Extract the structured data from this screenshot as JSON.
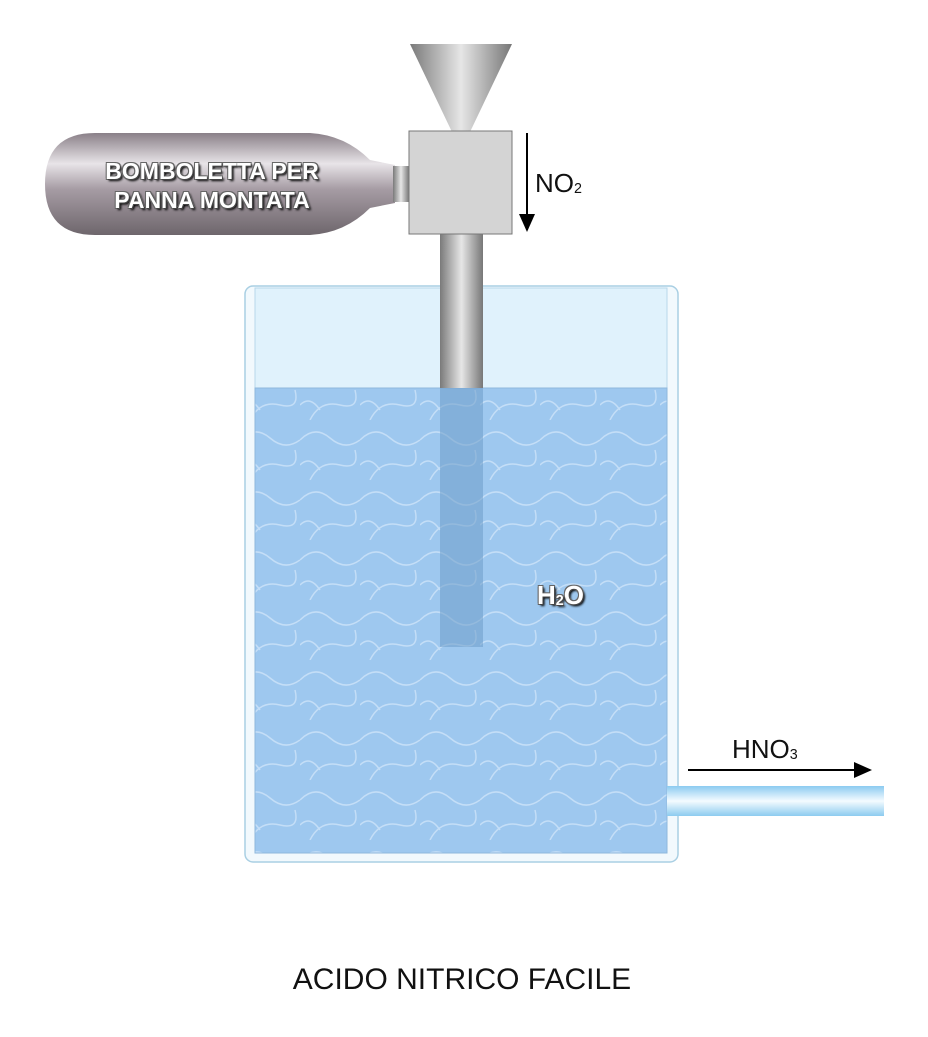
{
  "diagram": {
    "title": "ACIDO NITRICO FACILE",
    "cylinder_label_line1": "BOMBOLETTA PER",
    "cylinder_label_line2": "PANNA MONTATA",
    "gas_in": {
      "main": "NO",
      "sub": "2"
    },
    "water": {
      "pre": "H",
      "sub": "2",
      "post": "O"
    },
    "product": {
      "main": "HNO",
      "sub": "3"
    }
  },
  "colors": {
    "water": "#9ec8ef",
    "tank_air": "#e0f2fc",
    "metal": "#b8b8b8",
    "outlet": "#a8d8f5"
  }
}
